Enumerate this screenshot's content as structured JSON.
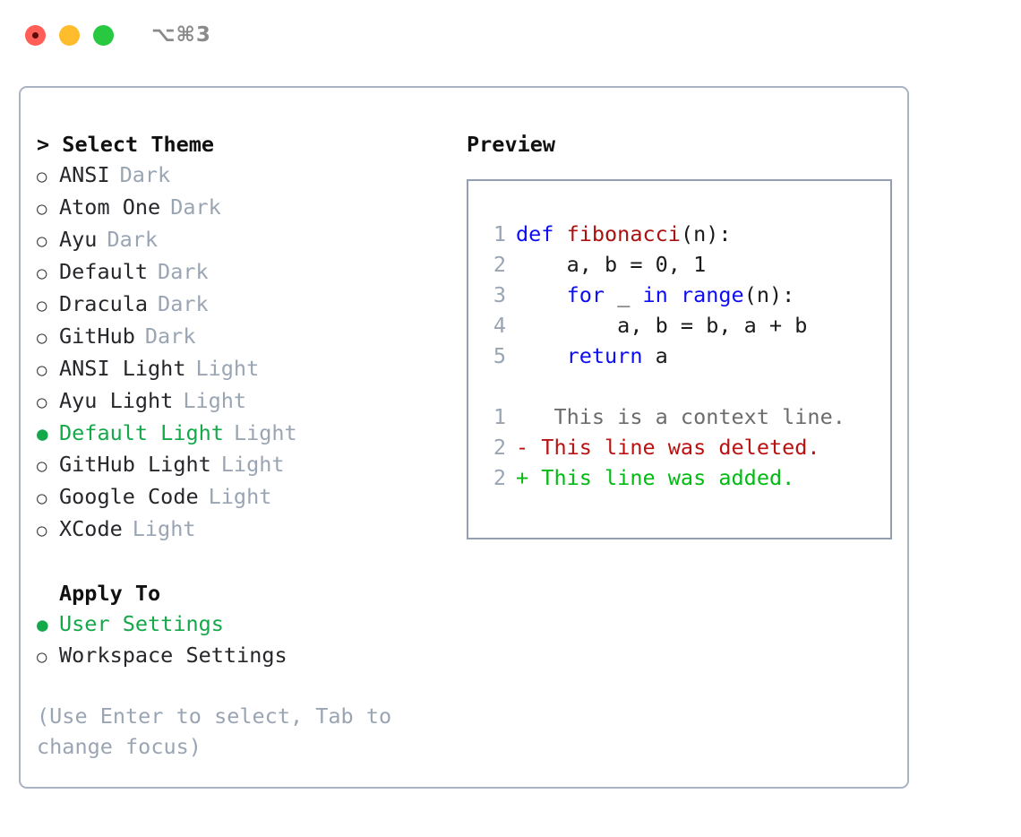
{
  "titlebar": {
    "lights": [
      {
        "name": "close-button",
        "color": "#ff5f57"
      },
      {
        "name": "minimize-button",
        "color": "#ffbd2e"
      },
      {
        "name": "maximize-button",
        "color": "#28c840"
      }
    ],
    "shortcut": "⌥⌘3"
  },
  "theme_selector": {
    "title": "> Select Theme",
    "selected_marker": "●",
    "unselected_marker": "○",
    "accent_color": "#14a84a",
    "kind_color": "#9aa5b4",
    "items": [
      {
        "label": "ANSI",
        "kind": "Dark",
        "selected": false
      },
      {
        "label": "Atom One",
        "kind": "Dark",
        "selected": false
      },
      {
        "label": "Ayu",
        "kind": "Dark",
        "selected": false
      },
      {
        "label": "Default",
        "kind": "Dark",
        "selected": false
      },
      {
        "label": "Dracula",
        "kind": "Dark",
        "selected": false
      },
      {
        "label": "GitHub",
        "kind": "Dark",
        "selected": false
      },
      {
        "label": "ANSI Light",
        "kind": "Light",
        "selected": false
      },
      {
        "label": "Ayu Light",
        "kind": "Light",
        "selected": false
      },
      {
        "label": "Default Light",
        "kind": "Light",
        "selected": true
      },
      {
        "label": "GitHub Light",
        "kind": "Light",
        "selected": false
      },
      {
        "label": "Google Code",
        "kind": "Light",
        "selected": false
      },
      {
        "label": "XCode",
        "kind": "Light",
        "selected": false
      }
    ]
  },
  "apply_to": {
    "title": "Apply To",
    "items": [
      {
        "label": "User Settings",
        "selected": true
      },
      {
        "label": "Workspace Settings",
        "selected": false
      }
    ]
  },
  "hint": "(Use Enter to select, Tab to change focus)",
  "preview": {
    "title": "Preview",
    "code_lines": [
      {
        "no": "1",
        "tokens": [
          {
            "t": "def ",
            "c": "kw"
          },
          {
            "t": "fibonacci",
            "c": "fn"
          },
          {
            "t": "(n):",
            "c": "plain"
          }
        ]
      },
      {
        "no": "2",
        "tokens": [
          {
            "t": "    a, b = 0, 1",
            "c": "plain"
          }
        ]
      },
      {
        "no": "3",
        "tokens": [
          {
            "t": "    ",
            "c": "plain"
          },
          {
            "t": "for",
            "c": "kw"
          },
          {
            "t": " _ ",
            "c": "plain"
          },
          {
            "t": "in",
            "c": "kw"
          },
          {
            "t": " ",
            "c": "plain"
          },
          {
            "t": "range",
            "c": "kw"
          },
          {
            "t": "(n):",
            "c": "plain"
          }
        ]
      },
      {
        "no": "4",
        "tokens": [
          {
            "t": "        a, b = b, a + b",
            "c": "plain"
          }
        ]
      },
      {
        "no": "5",
        "tokens": [
          {
            "t": "    ",
            "c": "plain"
          },
          {
            "t": "return",
            "c": "kw"
          },
          {
            "t": " a",
            "c": "plain"
          }
        ]
      }
    ],
    "diff_lines": [
      {
        "no": "1",
        "sign": " ",
        "text": "  This is a context line.",
        "kind": "ctx"
      },
      {
        "no": "2",
        "sign": "-",
        "text": " This line was deleted.",
        "kind": "del"
      },
      {
        "no": "2",
        "sign": "+",
        "text": " This line was added.",
        "kind": "add"
      }
    ],
    "colors": {
      "keyword": "#0d0df5",
      "function": "#aa1111",
      "lineno": "#9aa5b4",
      "diff_context": "#6c6c6c",
      "diff_deleted": "#bb1111",
      "diff_added": "#00bb11"
    }
  }
}
